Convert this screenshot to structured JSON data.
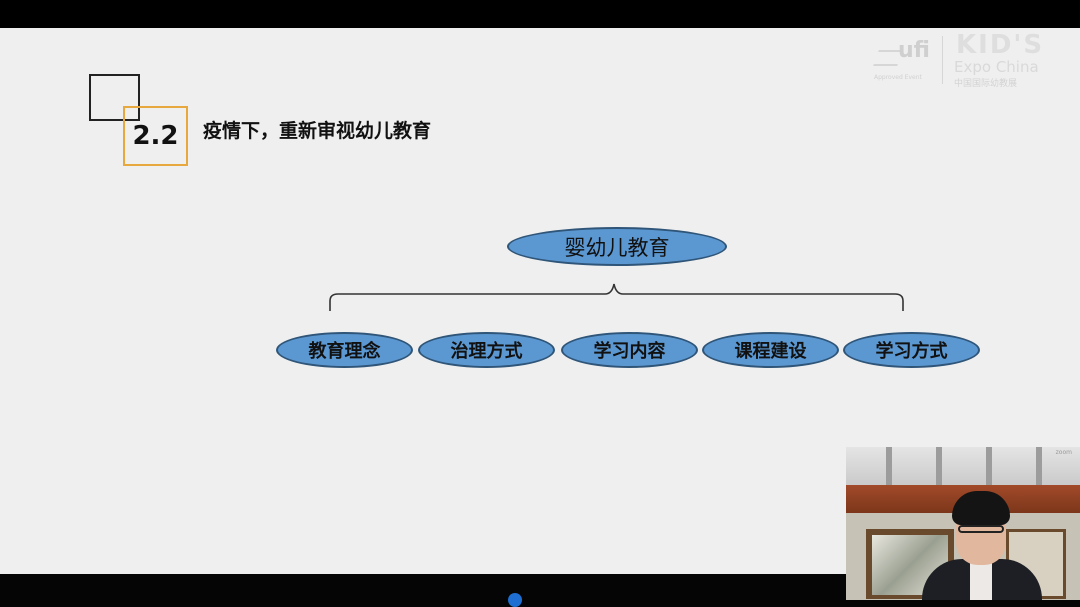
{
  "logo": {
    "ufi": "ufi",
    "ufi_small": "Approved Event",
    "kids": "KID'S",
    "expo": "Expo China",
    "cn": "中国国际幼教展"
  },
  "slide": {
    "section_number": "2.2",
    "title": "疫情下，重新审视幼儿教育"
  },
  "diagram": {
    "root": "婴幼儿教育",
    "children": [
      "教育理念",
      "治理方式",
      "学习内容",
      "课程建设",
      "学习方式"
    ]
  },
  "colors": {
    "oval_fill": "#5b97d1",
    "oval_border": "#2f5578",
    "accent_square": "#e7a83d",
    "slide_bg": "#efefef"
  },
  "webcam": {
    "label": "zoom"
  }
}
